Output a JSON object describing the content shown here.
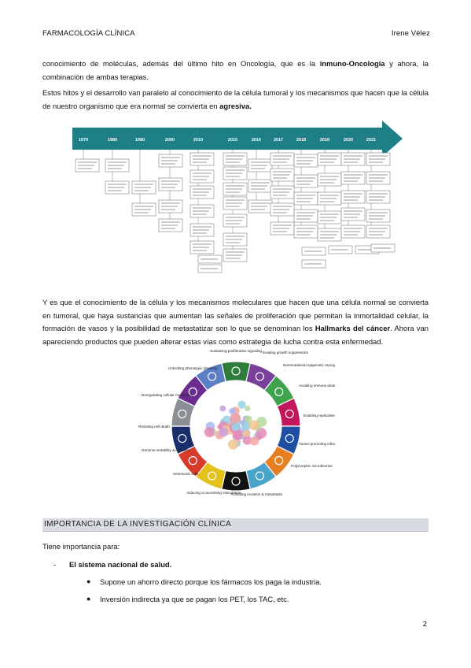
{
  "header": {
    "left": "FARMACOLOGÍA CLÍNICA",
    "right": "Irene Vélez"
  },
  "p1": {
    "t1": "conocimiento de moléculas, además del último hito en Oncología, que es la ",
    "b1": "inmuno-Oncología",
    "t2": " y ahora, la combinación de ambas terapias."
  },
  "p2": {
    "t1": "Estos hitos y el desarrollo van paralelo al conocimiento de la célula tumoral y los mecanismos que hacen que la célula de nuestro organismo que era normal se convierta en ",
    "b1": "agresiva."
  },
  "timeline": {
    "years": [
      "1970",
      "1980",
      "1990",
      "2000",
      "2010",
      "2015",
      "2016",
      "2017",
      "2018",
      "2019",
      "2020",
      "2021"
    ],
    "accent": "#1f7f86"
  },
  "p3": {
    "t1": "Y es que el conocimiento de la célula y los mecanismos moleculares que hacen que una célula normal se convierta en tumoral, que haya sustancias que aumentan las señales de proliferación que permitan la inmortalidad celular, la formación de vasos y la posibilidad de metastatizar son lo que se denominan los ",
    "b1": "Hallmarks del cáncer",
    "t2": ". Ahora van apareciendo productos que pueden alterar estas vías como estrategia de lucha contra esta enfermedad."
  },
  "hallmarks": {
    "labels": [
      "Sustaining proliferative signaling",
      "Evading growth suppressors",
      "Nonmutational epigenetic reprogramming",
      "Avoiding immune destruction",
      "Enabling replicative immortality",
      "Tumor-promoting inflammation",
      "Polymorphic microbiomes",
      "Activating invasion & metastasis",
      "Inducing or accessing vasculature",
      "Senescent cells",
      "Genome instability & mutation",
      "Resisting cell death",
      "Deregulating cellular metabolism",
      "Unlocking phenotypic plasticity"
    ],
    "colors": [
      "#2e7d3a",
      "#7a3f98",
      "#3fa34d",
      "#c2185b",
      "#1e4fa3",
      "#e67e22",
      "#4aa3c8",
      "#111111",
      "#e3c21a",
      "#d93b2b",
      "#1a2e6b",
      "#8a8f96",
      "#6a2c91",
      "#5b7fc7"
    ]
  },
  "section": {
    "title": "IMPORTANCIA DE LA INVESTIGACIÓN CLÍNICA"
  },
  "body": {
    "intro": "Tiene importancia para:",
    "dash": "-",
    "item_prefix": "El ",
    "item_bold": "sistema nacional de salud.",
    "bullets": [
      "Supone un ahorro directo porque los fármacos los paga la industria.",
      "Inversión indirecta ya que se pagan los PET, los TAC, etc."
    ]
  },
  "page_number": "2"
}
